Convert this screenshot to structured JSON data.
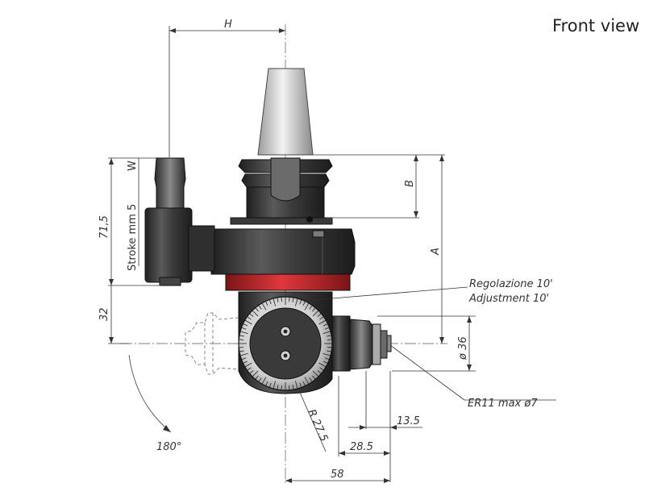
{
  "view_title": "Front view",
  "labels": {
    "H": "H",
    "B": "B",
    "A": "A",
    "stroke": "Stroke mm 5",
    "w": "W",
    "d71": "71,5",
    "d32": "32",
    "reg1": "Regolazione 10'",
    "reg2": "Adjustment 10'",
    "dia36": "ø 36",
    "er11": "ER11 max ø7",
    "d13": "13.5",
    "d28": "28.5",
    "d58": "58",
    "r27": "R 27.5",
    "angle": "180°"
  },
  "colors": {
    "body_dark": "#2b2b2b",
    "body_mid": "#4a4a4a",
    "body_light": "#8a8a8a",
    "accent_red": "#c8262a",
    "taper_light": "#e6e6e6"
  }
}
